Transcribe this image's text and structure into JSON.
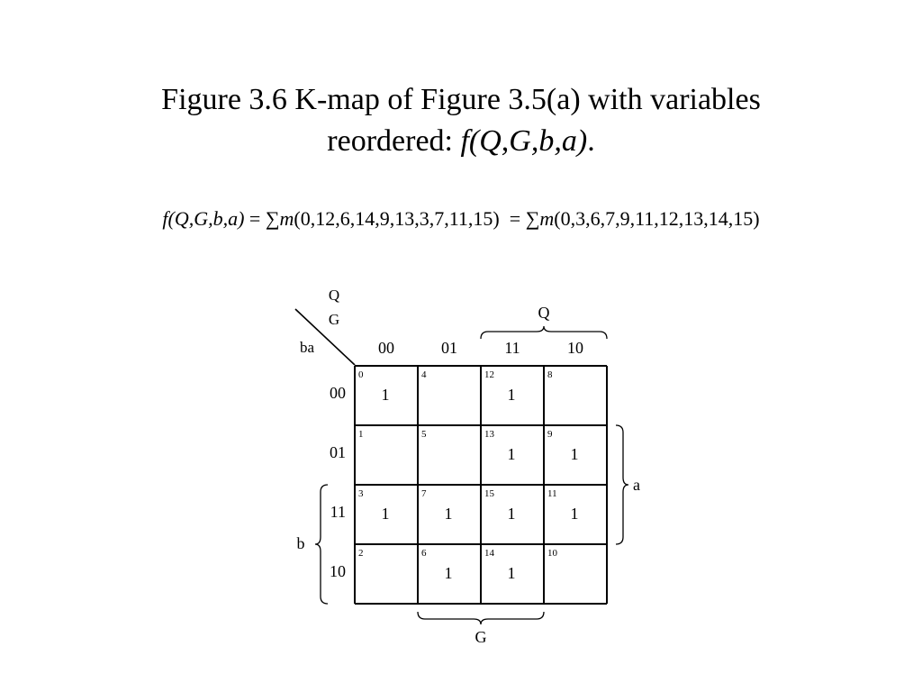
{
  "title": {
    "line1": "Figure 3.6  K-map of Figure 3.5(a) with variables",
    "line2_prefix": "reordered: ",
    "line2_func": "f(Q,G,b,a)",
    "line2_suffix": "."
  },
  "formula": {
    "lhs": "f(Q,G,b,a)",
    "eq1": " = ",
    "sigma": "∑",
    "m": "m",
    "list1": "(0,12,6,14,9,13,3,7,11,15)",
    "eq2": "  = ",
    "list2": "(0,3,6,7,9,11,12,13,14,15)"
  },
  "kmap": {
    "corner_top_1": "Q",
    "corner_top_2": "G",
    "corner_left": "ba",
    "column_labels": [
      "00",
      "01",
      "11",
      "10"
    ],
    "row_labels": [
      "00",
      "01",
      "11",
      "10"
    ],
    "cell_indices": [
      [
        "0",
        "4",
        "12",
        "8"
      ],
      [
        "1",
        "5",
        "13",
        "9"
      ],
      [
        "3",
        "7",
        "15",
        "11"
      ],
      [
        "2",
        "6",
        "14",
        "10"
      ]
    ],
    "cell_values": [
      [
        "1",
        "",
        "1",
        ""
      ],
      [
        "",
        "",
        "1",
        "1"
      ],
      [
        "1",
        "1",
        "1",
        "1"
      ],
      [
        "",
        "1",
        "1",
        ""
      ]
    ],
    "brace_top_label": "Q",
    "brace_bottom_label": "G",
    "brace_right_label": "a",
    "brace_left_label": "b"
  }
}
